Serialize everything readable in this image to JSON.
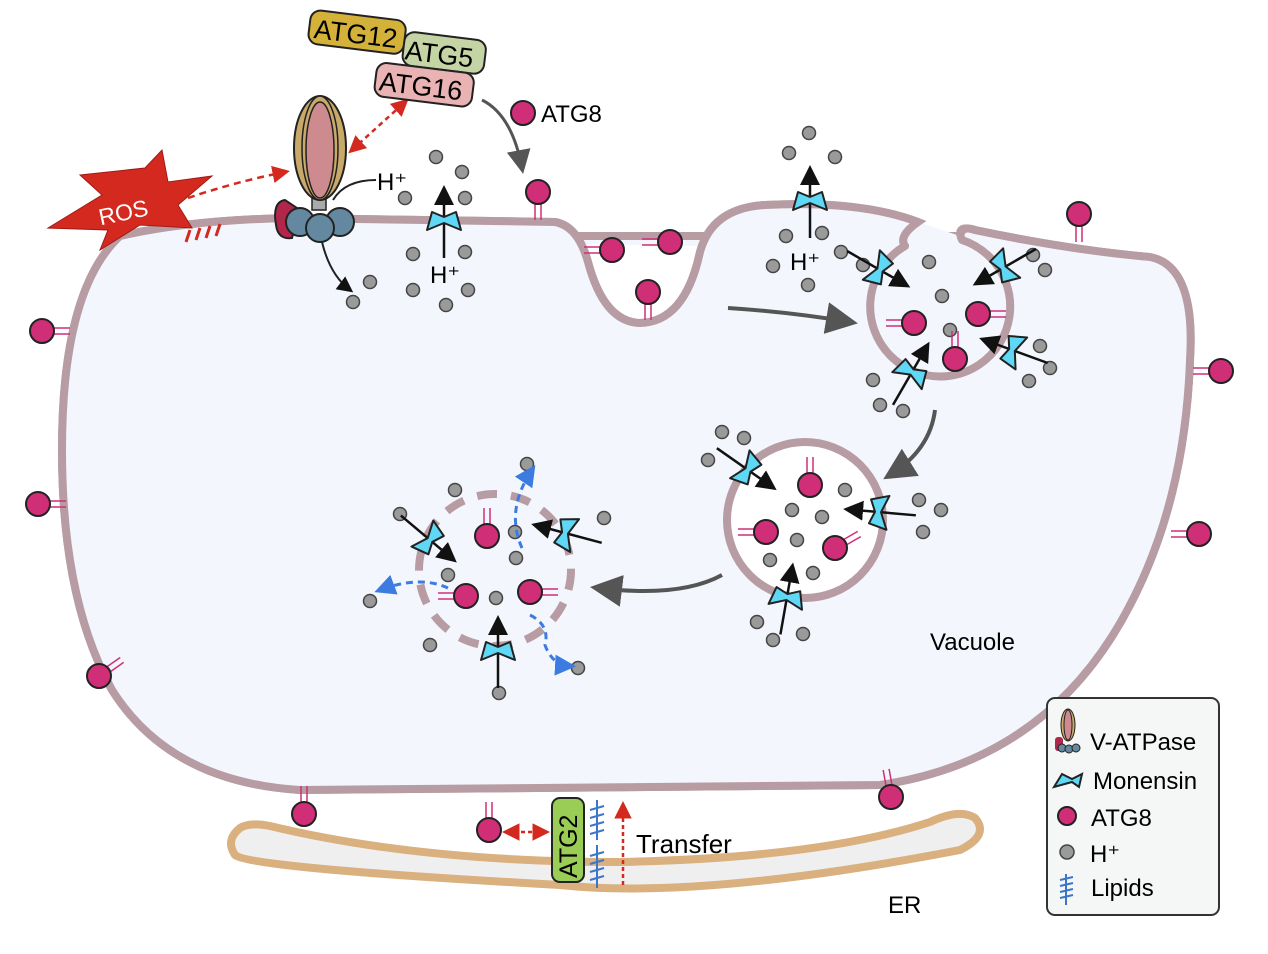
{
  "labels": {
    "ros": "ROS",
    "atg12": "ATG12",
    "atg5": "ATG5",
    "atg16": "ATG16",
    "atg8": "ATG8",
    "h_plus_vatpase": "H⁺",
    "h_plus_monensin": "H⁺",
    "h_plus_top_right": "H⁺",
    "vacuole": "Vacuole",
    "atg2": "ATG2",
    "transfer": "Transfer",
    "er": "ER"
  },
  "legend": {
    "items": [
      {
        "icon": "v-atpase-icon",
        "label": "V-ATPase"
      },
      {
        "icon": "monensin-icon",
        "label": "Monensin"
      },
      {
        "icon": "atg8-icon",
        "label": "ATG8"
      },
      {
        "icon": "proton-icon",
        "label": "H⁺"
      },
      {
        "icon": "lipids-icon",
        "label": "Lipids"
      }
    ]
  },
  "colors": {
    "membrane": "#b89ca3",
    "vacuole_fill": "#f3f7fd",
    "atg8": "#d12e78",
    "proton": "#9a9a9a",
    "monensin": "#5fd8f5",
    "ros": "#d4291f",
    "atg12": "#d4b23a",
    "atg5": "#c5d4a4",
    "atg16": "#eab3b3",
    "atg2": "#9acd55",
    "er": "#d9b07e",
    "lipids": "#3b76c9",
    "blue_arrow": "#3c7be0",
    "red_arrow": "#d4291f"
  }
}
